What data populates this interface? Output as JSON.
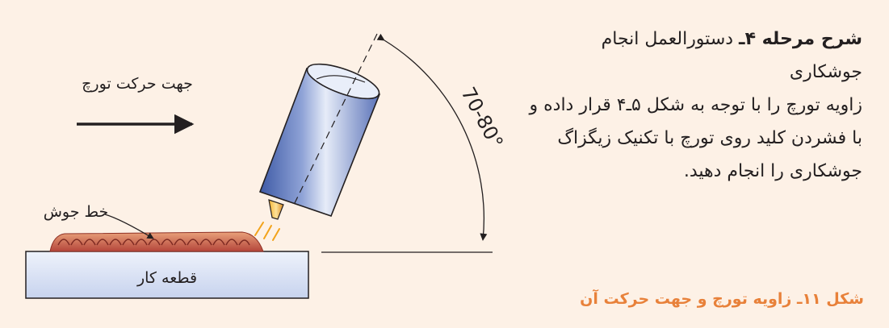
{
  "figure": {
    "direction_label": "جهت حرکت تورچ",
    "weld_line_label": "خط جوش",
    "workpiece_label": "قطعه کار",
    "angle_label": "70-80°"
  },
  "instructions": {
    "step_title": "شرح مرحله ۴ـ",
    "step_heading_rest": "دستورالعمل انجام جوشکاری",
    "body": "زاویه تورچ را با توجه به شکل ۵ـ۴ قرار داده و با فشردن کلید روی تورچ با تکنیک زیگزاگ جوشکاری را انجام دهید."
  },
  "caption": "شکل ۱۱ـ زاویه تورچ و جهت حرکت آن",
  "colors": {
    "background": "#fdf1e6",
    "caption": "#e8813a",
    "torch_body": "#7f93c9",
    "nozzle_tip": "#f2a31b",
    "weld_bead": "#c8584a",
    "workpiece": "#dbe3f4"
  }
}
